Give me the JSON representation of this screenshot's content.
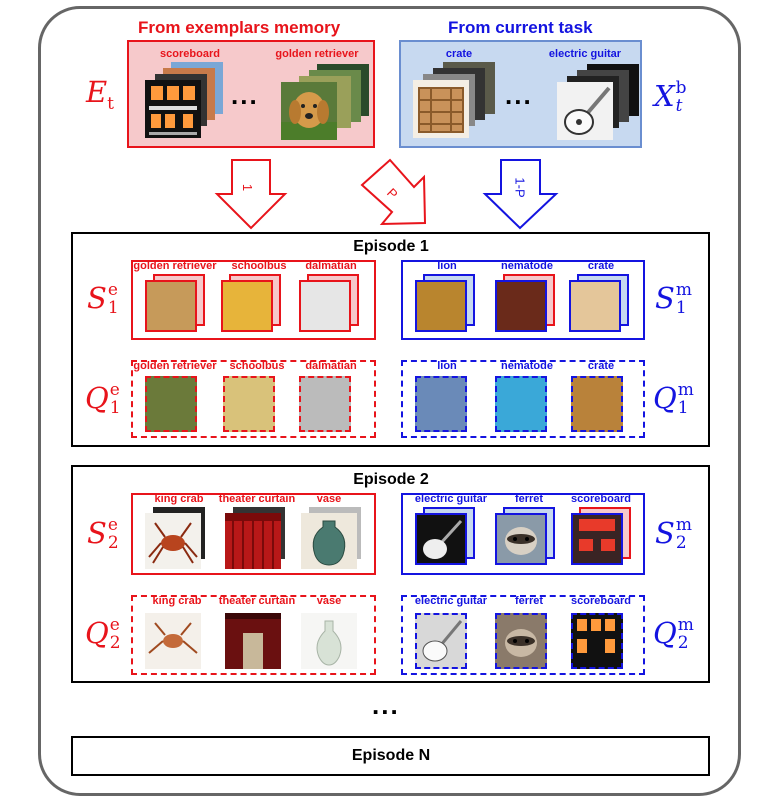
{
  "header": {
    "exemplars_title": "From exemplars memory",
    "current_title": "From current task"
  },
  "symbols": {
    "exemplars": {
      "base": "E",
      "sub": "t"
    },
    "current": {
      "base": "X",
      "sup": "b",
      "sub": "t"
    },
    "episode1": {
      "s_e": {
        "base": "S",
        "sup": "e",
        "sub": "1"
      },
      "q_e": {
        "base": "Q",
        "sup": "e",
        "sub": "1"
      },
      "s_m": {
        "base": "S",
        "sup": "m",
        "sub": "1"
      },
      "q_m": {
        "base": "Q",
        "sup": "m",
        "sub": "1"
      }
    },
    "episode2": {
      "s_e": {
        "base": "S",
        "sup": "e",
        "sub": "2"
      },
      "q_e": {
        "base": "Q",
        "sup": "e",
        "sub": "2"
      },
      "s_m": {
        "base": "S",
        "sup": "m",
        "sub": "2"
      },
      "q_m": {
        "base": "Q",
        "sup": "m",
        "sub": "2"
      }
    }
  },
  "memory_labels": [
    "scoreboard",
    "golden retriever"
  ],
  "current_labels": [
    "crate",
    "electric guitar"
  ],
  "ellipsis": "...",
  "arrows": [
    "1",
    "P",
    "1-P"
  ],
  "episode1": {
    "title": "Episode 1",
    "support_exemplar_labels": [
      "golden retriever",
      "schoolbus",
      "dalmatian"
    ],
    "support_current_labels": [
      "lion",
      "nematode",
      "crate"
    ],
    "query_exemplar_labels": [
      "golden retriever",
      "schoolbus",
      "dalmatian"
    ],
    "query_current_labels": [
      "lion",
      "nematode",
      "crate"
    ]
  },
  "episode2": {
    "title": "Episode 2",
    "support_exemplar_labels": [
      "king crab",
      "theater curtain",
      "vase"
    ],
    "support_current_labels": [
      "electric guitar",
      "ferret",
      "scoreboard"
    ],
    "query_exemplar_labels": [
      "king crab",
      "theater curtain",
      "vase"
    ],
    "query_current_labels": [
      "electric guitar",
      "ferret",
      "scoreboard"
    ]
  },
  "between_dots": "...",
  "episodeN": {
    "title": "Episode N"
  },
  "colors": {
    "exemplar": "#e8141b",
    "current": "#1414e0",
    "exemplar_fill": "#f6c9cb",
    "current_fill": "#c7d9f0"
  }
}
